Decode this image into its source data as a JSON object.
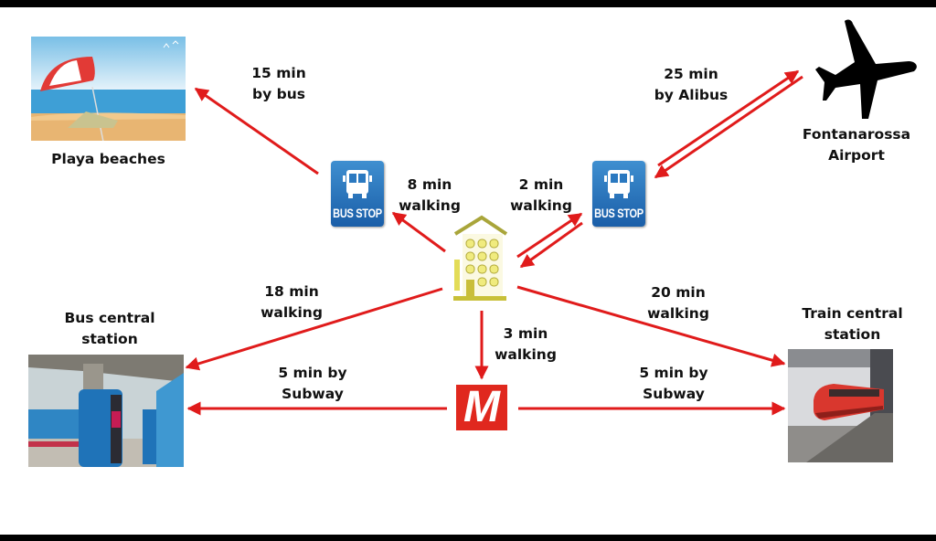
{
  "diagram": {
    "accent_color": "#e01b1b",
    "nodes": {
      "hotel": {
        "icon": "hotel-building-icon"
      },
      "beach": {
        "label": "Playa beaches",
        "image": "beach-umbrella-image"
      },
      "airport": {
        "label_line1": "Fontanarossa",
        "label_line2": "Airport",
        "icon": "airplane-icon"
      },
      "bus_stop_left": {
        "label": "BUS STOP",
        "icon": "bus-stop-icon"
      },
      "bus_stop_right": {
        "label": "BUS STOP",
        "icon": "bus-stop-icon"
      },
      "bus_station": {
        "label_line1": "Bus central",
        "label_line2": "station",
        "image": "bus-station-photo"
      },
      "train_station": {
        "label_line1": "Train central",
        "label_line2": "station",
        "image": "train-station-photo"
      },
      "metro": {
        "label": "M",
        "icon": "metro-icon"
      }
    },
    "edges": [
      {
        "from": "bus_stop_left",
        "to": "beach",
        "line1": "15 min",
        "line2": "by bus"
      },
      {
        "from": "bus_stop_right",
        "to": "airport",
        "line1": "25 min",
        "line2": "by Alibus",
        "bidirectional": true
      },
      {
        "from": "hotel",
        "to": "bus_stop_left",
        "line1": "8 min",
        "line2": "walking"
      },
      {
        "from": "hotel",
        "to": "bus_stop_right",
        "line1": "2 min",
        "line2": "walking",
        "bidirectional": true
      },
      {
        "from": "hotel",
        "to": "bus_station",
        "line1": "18 min",
        "line2": "walking"
      },
      {
        "from": "hotel",
        "to": "train_station",
        "line1": "20 min",
        "line2": "walking"
      },
      {
        "from": "hotel",
        "to": "metro",
        "line1": "3 min",
        "line2": "walking"
      },
      {
        "from": "metro",
        "to": "bus_station",
        "line1": "5 min by",
        "line2": "Subway"
      },
      {
        "from": "metro",
        "to": "train_station",
        "line1": "5 min by",
        "line2": "Subway"
      }
    ]
  }
}
